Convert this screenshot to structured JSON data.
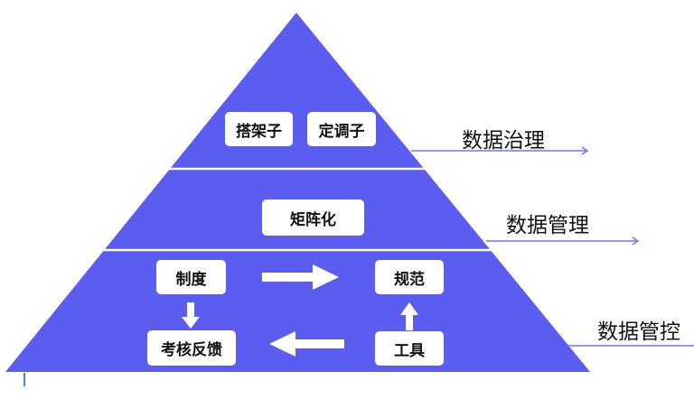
{
  "colors": {
    "pyramid": "#5b5cf0",
    "divider": "#ffffff",
    "box_bg": "#ffffff",
    "arrow": "#ffffff",
    "side_line": "#6b78e8",
    "text": "#111111"
  },
  "tiers": {
    "top": {
      "label": "数据治理",
      "boxes": [
        "搭架子",
        "定调子"
      ]
    },
    "middle": {
      "label": "数据管理",
      "boxes": [
        "矩阵化"
      ]
    },
    "bottom": {
      "label": "数据管控",
      "boxes": {
        "system": "制度",
        "standard": "规范",
        "assessment": "考核反馈",
        "tools": "工具"
      }
    }
  }
}
